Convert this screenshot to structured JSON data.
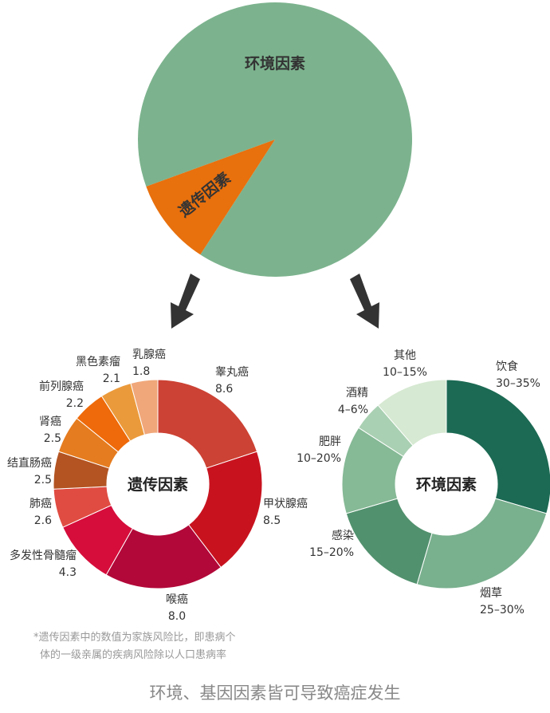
{
  "chart_data": [
    {
      "type": "pie",
      "slices": [
        {
          "label": "环境因素",
          "color": "#7cb38e"
        },
        {
          "label": "遗传因素",
          "color": "#e8700d"
        }
      ]
    },
    {
      "type": "pie",
      "center_label": "遗传因素",
      "slices": [
        {
          "label": "睾丸癌",
          "value": 8.6,
          "value_text": "8.6",
          "color": "#cc4234"
        },
        {
          "label": "甲状腺癌",
          "value": 8.5,
          "value_text": "8.5",
          "color": "#c8131f"
        },
        {
          "label": "喉癌",
          "value": 8.0,
          "value_text": "8.0",
          "color": "#b20839"
        },
        {
          "label": "多发性骨髓瘤",
          "value": 4.3,
          "value_text": "4.3",
          "color": "#d60d3b"
        },
        {
          "label": "肺癌",
          "value": 2.6,
          "value_text": "2.6",
          "color": "#e04c42"
        },
        {
          "label": "结直肠癌",
          "value": 2.5,
          "value_text": "2.5",
          "color": "#b35422"
        },
        {
          "label": "肾癌",
          "value": 2.5,
          "value_text": "2.5",
          "color": "#e57c1f"
        },
        {
          "label": "前列腺癌",
          "value": 2.2,
          "value_text": "2.2",
          "color": "#ee6a0a"
        },
        {
          "label": "黑色素瘤",
          "value": 2.1,
          "value_text": "2.1",
          "color": "#eb9a3b"
        },
        {
          "label": "乳腺癌",
          "value": 1.8,
          "value_text": "1.8",
          "color": "#f0a77a"
        }
      ]
    },
    {
      "type": "pie",
      "center_label": "环境因素",
      "slices": [
        {
          "label": "饮食",
          "value_text": "30–35%",
          "low": 30,
          "high": 35,
          "color": "#1c6a53"
        },
        {
          "label": "烟草",
          "value_text": "25–30%",
          "low": 25,
          "high": 30,
          "color": "#79b08e"
        },
        {
          "label": "感染",
          "value_text": "15–20%",
          "low": 15,
          "high": 20,
          "color": "#52916e"
        },
        {
          "label": "肥胖",
          "value_text": "10–20%",
          "low": 10,
          "high": 20,
          "color": "#86b996"
        },
        {
          "label": "酒精",
          "value_text": "4–6%",
          "low": 4,
          "high": 6,
          "color": "#a9d0b2"
        },
        {
          "label": "其他",
          "value_text": "10–15%",
          "low": 10,
          "high": 15,
          "color": "#d6e9d2"
        }
      ]
    }
  ],
  "arrow_color": "#333333",
  "note_lines": [
    "*遗传因素中的数值为家族风险比，即患病个",
    "体的一级亲属的疾病风险除以人口患病率"
  ],
  "caption": "环境、基因因素皆可导致癌症发生"
}
